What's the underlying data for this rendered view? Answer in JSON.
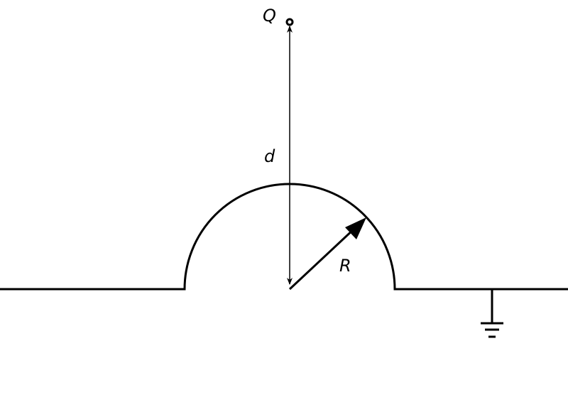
{
  "labels": {
    "charge": "Q",
    "distance": "d",
    "radius": "R"
  },
  "colors": {
    "stroke": "#000000",
    "background": "#ffffff"
  }
}
